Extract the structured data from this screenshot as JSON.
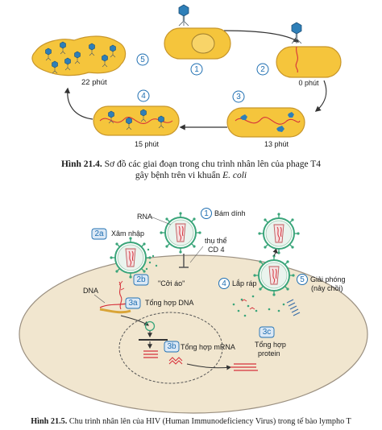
{
  "figure1": {
    "steps": [
      {
        "number": "1",
        "time": ""
      },
      {
        "number": "2",
        "time": "0 phút"
      },
      {
        "number": "3",
        "time": "13 phút"
      },
      {
        "number": "4",
        "time": "15 phút"
      },
      {
        "number": "5",
        "time": "22 phút"
      }
    ],
    "caption": {
      "label": "Hình 21.4.",
      "text_line1": " Sơ đồ các giai đoạn trong chu trình nhân lên của phage T4",
      "text_line2": "gây bệnh trên vi khuẩn ",
      "text_italic": "E. coli"
    }
  },
  "figure2": {
    "labels": {
      "rna": "RNA",
      "step1": "1",
      "step1_text": "Bám dính",
      "receptor": "thụ thể",
      "receptor2": "CD 4",
      "step2a": "2a",
      "step2a_text": "Xâm nhập",
      "dna": "DNA",
      "step2b": "2b",
      "step2b_text": "\"Cởi áo\"",
      "step3a": "3a",
      "step3a_text": "Tổng hợp DNA",
      "step3b": "3b",
      "step3b_text": "Tổng hợp mRNA",
      "step3c": "3c",
      "step3c_text1": "Tổng hợp",
      "step3c_text2": "protein",
      "step4": "4",
      "step4_text": "Lắp ráp",
      "step5": "5",
      "step5_text1": "Giải phóng",
      "step5_text2": "(nảy chồi)"
    },
    "caption": {
      "label": "Hình 21.5.",
      "text": " Chu trình nhân lên của HIV (Human Immunodeficiency Virus) trong tế bào lympho T"
    }
  },
  "colors": {
    "bacterium_fill": "#f5c53c",
    "bacterium_stroke": "#c8962a",
    "phage": "#2e7fb8",
    "dna_red": "#d6303a",
    "cell_fill": "#f1e6cf",
    "arrow": "#333333",
    "accent_blue": "#1f6fb2",
    "virus_green": "#3aa57a"
  }
}
